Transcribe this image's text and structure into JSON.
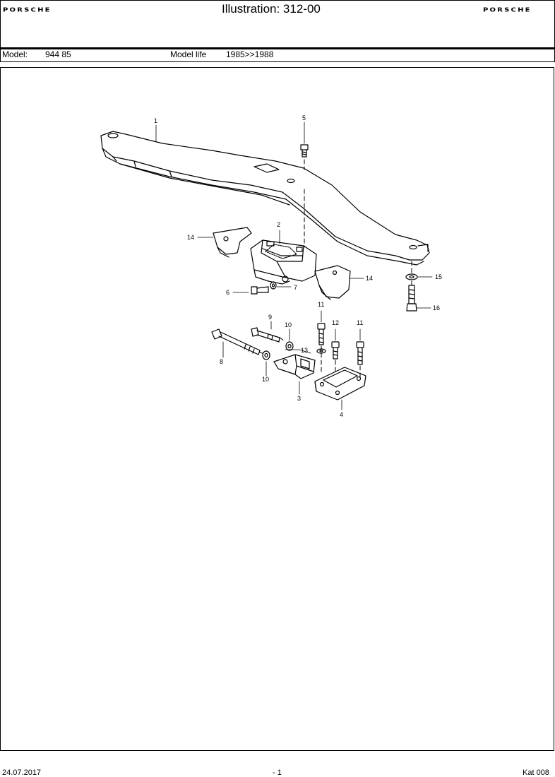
{
  "header": {
    "brand_left": "PORSCHE",
    "title": "Illustration: 312-00",
    "brand_right": "PORSCHE"
  },
  "model_bar": {
    "model_label": "Model:",
    "model_value": "944 85",
    "life_label": "Model life",
    "life_value": "1985>>1988"
  },
  "callouts": [
    "1",
    "2",
    "3",
    "4",
    "5",
    "6",
    "7",
    "8",
    "9",
    "10",
    "10",
    "11",
    "11",
    "12",
    "13",
    "14",
    "14",
    "15",
    "16"
  ],
  "footer": {
    "date": "24.07.2017",
    "page": "- 1",
    "catalog": "Kat 008"
  }
}
